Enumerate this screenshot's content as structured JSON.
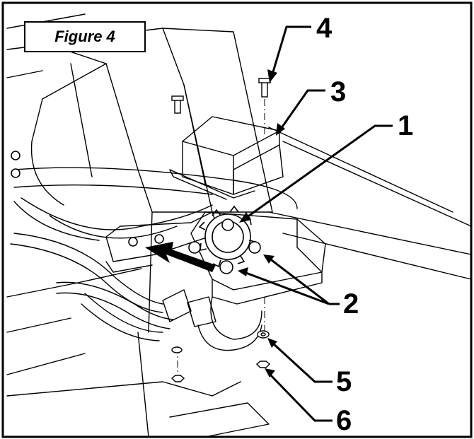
{
  "figure": {
    "label": "Figure 4"
  },
  "callouts": [
    "4",
    "3",
    "1",
    "2",
    "5",
    "6"
  ]
}
